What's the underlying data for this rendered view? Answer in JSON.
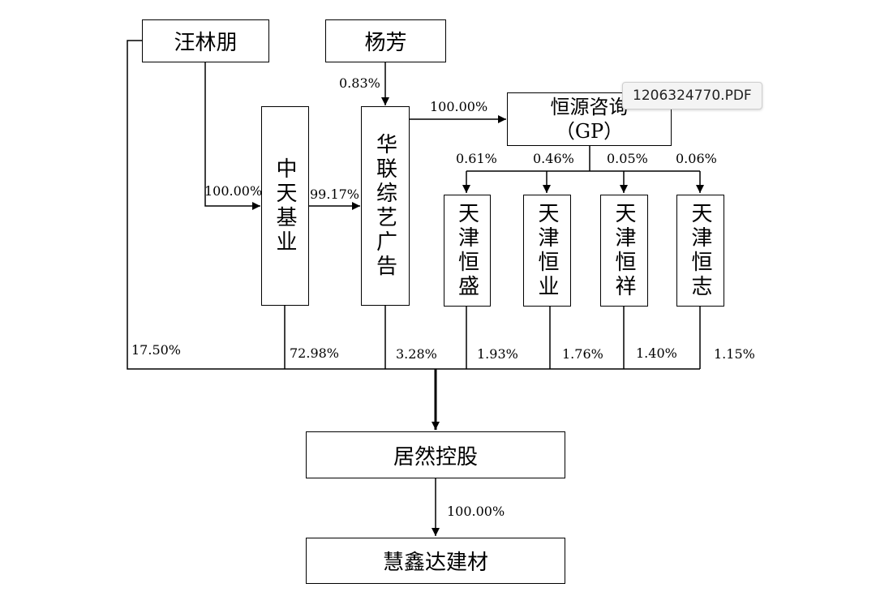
{
  "nodes": {
    "wang_linpeng": "汪林朋",
    "yang_fang": "杨芳",
    "zhongtian_jiye": "中天基业",
    "hualian_zongyi": "华联综艺广告",
    "hengyuan_zixun": "恒源咨询",
    "hengyuan_gp": "（GP）",
    "tianjin_hengsheng": "天津恒盛",
    "tianjin_hengye": "天津恒业",
    "tianjin_hengxiang": "天津恒祥",
    "tianjin_hengzhi": "天津恒志",
    "juran_konggu": "居然控股",
    "huixinda_jiancai": "慧鑫达建材"
  },
  "edges": {
    "yang_to_hualian": "0.83%",
    "wang_to_zhongtian": "100.00%",
    "zhongtian_to_hualian": "99.17%",
    "hualian_to_hengyuan": "100.00%",
    "gp_to_hengsheng": "0.61%",
    "gp_to_hengye": "0.46%",
    "gp_to_hengxiang": "0.05%",
    "gp_to_hengzhi": "0.06%",
    "wang_to_juran": "17.50%",
    "zhongtian_to_juran": "72.98%",
    "hualian_to_juran": "3.28%",
    "hengsheng_to_juran": "1.93%",
    "hengye_to_juran": "1.76%",
    "hengxiang_to_juran": "1.40%",
    "hengzhi_to_juran": "1.15%",
    "juran_to_huixinda": "100.00%"
  },
  "tooltip": {
    "filename": "1206324770.PDF"
  }
}
